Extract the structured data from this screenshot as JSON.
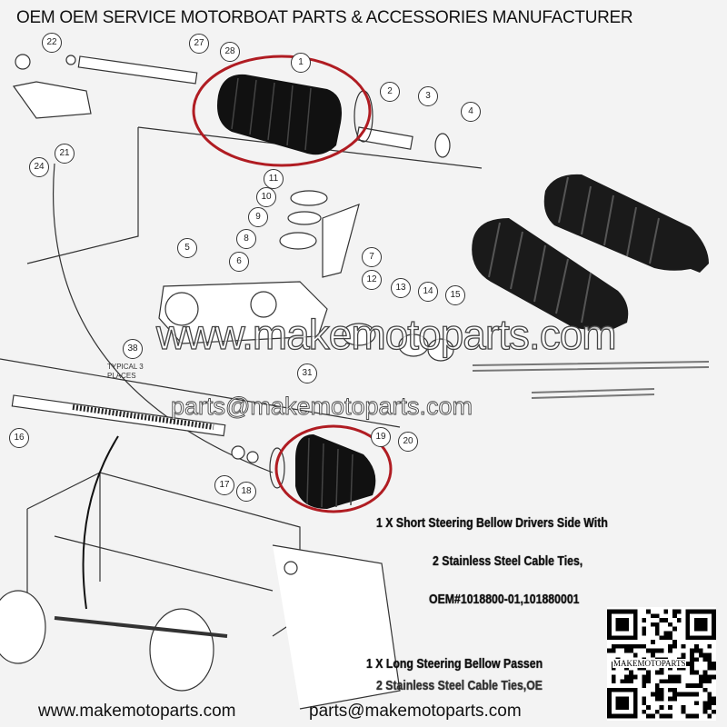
{
  "header": {
    "title": "OEM OEM SERVICE MOTORBOAT PARTS & ACCESSORIES MANUFACTURER"
  },
  "diagram": {
    "callouts": [
      "22",
      "27",
      "28",
      "1",
      "2",
      "3",
      "4",
      "24",
      "21",
      "11",
      "10",
      "9",
      "8",
      "7",
      "5",
      "6",
      "12",
      "13",
      "14",
      "15",
      "38",
      "31",
      "16",
      "17",
      "18",
      "19",
      "20"
    ],
    "typical_note": "TYPICAL 3 PLACES",
    "highlight_color": "#b01c22"
  },
  "watermark": {
    "site": "www.makemotoparts.com",
    "email": "parts@makemotoparts.com"
  },
  "captions": {
    "line1": "1 X Short Steering Bellow Drivers Side With",
    "line2": "2 Stainless Steel Cable Ties,",
    "line3": "OEM#1018800-01,101880001",
    "line4": "1 X Long Steering Bellow Passen",
    "line5": "2 Stainless Steel Cable Ties,OE"
  },
  "footer": {
    "site": "www.makemotoparts.com",
    "email": "parts@makemotoparts.com"
  },
  "qr": {
    "label": "MAKEMOTOPARTS"
  }
}
